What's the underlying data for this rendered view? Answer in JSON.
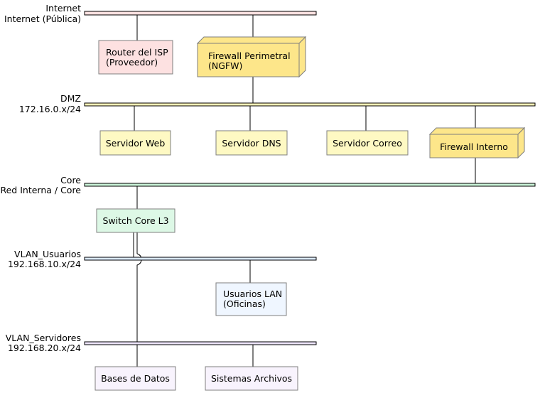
{
  "colors": {
    "internet": "#fde1e1",
    "internet_node": "#fde1e1",
    "firewall": "#fde68a",
    "dmz_bus": "#fef3b8",
    "dmz_node": "#fef9c3",
    "core_bus": "#c9f2d6",
    "core_node": "#ddf8e6",
    "usuarios_bus": "#dbeafe",
    "usuarios_node": "#eff6ff",
    "servidores_bus": "#ede4fb",
    "servidores_node": "#f8f3fd",
    "line": "#000000"
  },
  "networks": {
    "internet": {
      "name": "Internet",
      "address": "Internet (Pública)"
    },
    "dmz": {
      "name": "DMZ",
      "address": "172.16.0.x/24"
    },
    "core": {
      "name": "Core",
      "address": "Red Interna / Core"
    },
    "vlan_usuarios": {
      "name": "VLAN_Usuarios",
      "address": "192.168.10.x/24"
    },
    "vlan_servidores": {
      "name": "VLAN_Servidores",
      "address": "192.168.20.x/24"
    }
  },
  "nodes": {
    "router_isp": {
      "line1": "Router del ISP",
      "line2": "(Proveedor)"
    },
    "firewall_perimetral": {
      "line1": "Firewall Perimetral",
      "line2": "(NGFW)"
    },
    "servidor_web": {
      "label": "Servidor Web"
    },
    "servidor_dns": {
      "label": "Servidor DNS"
    },
    "servidor_correo": {
      "label": "Servidor Correo"
    },
    "firewall_interno": {
      "label": "Firewall Interno"
    },
    "switch_core": {
      "label": "Switch Core L3"
    },
    "usuarios_lan": {
      "line1": "Usuarios LAN",
      "line2": "(Oficinas)"
    },
    "bases_datos": {
      "label": "Bases de Datos"
    },
    "sistemas_archivos": {
      "label": "Sistemas Archivos"
    }
  }
}
